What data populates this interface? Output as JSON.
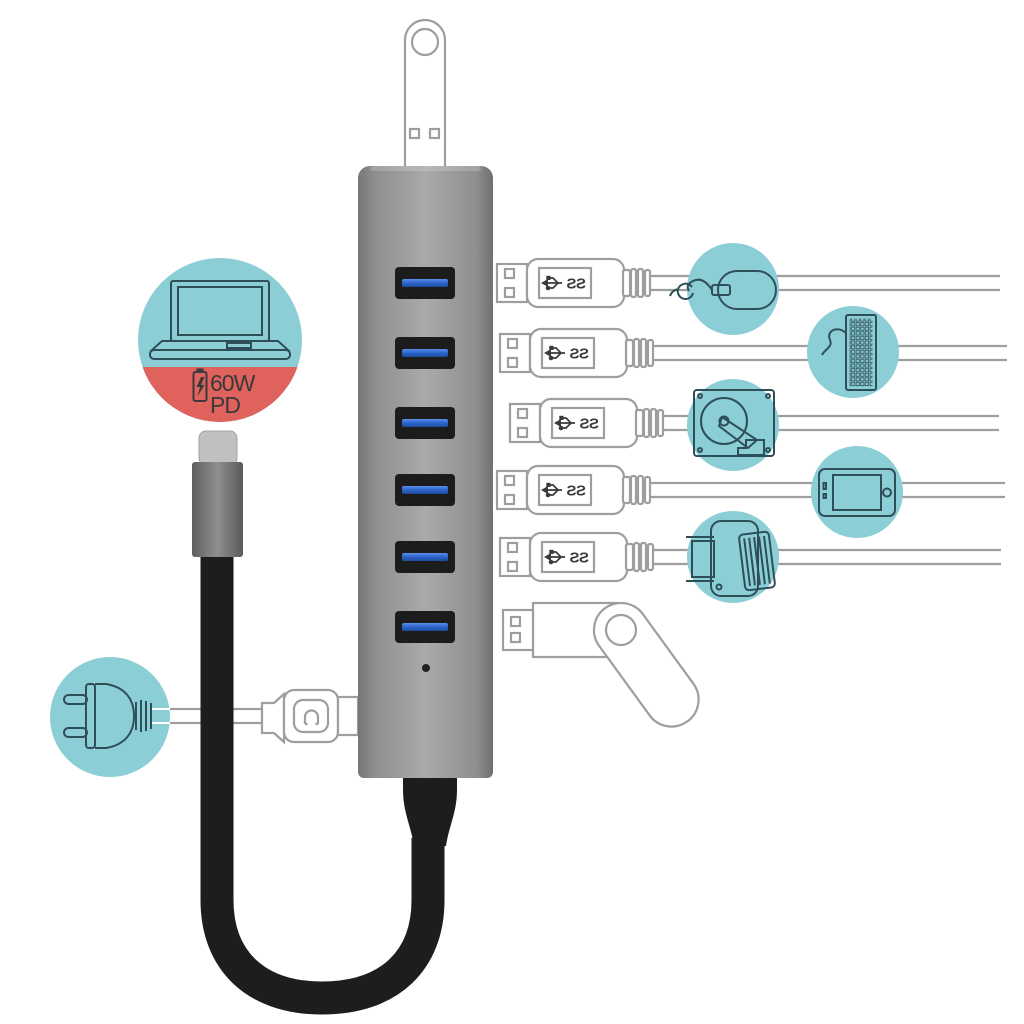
{
  "badge": {
    "wattage": "60W",
    "standard": "PD"
  },
  "usb": {
    "logo_text": "SS"
  },
  "hub": {
    "front_ports": 6,
    "top_ports": 1,
    "status_led": true
  },
  "devices": [
    "mouse",
    "keyboard",
    "hard-drive",
    "tablet",
    "external-drive",
    "flash-drive"
  ],
  "power": {
    "laptop_charging": "60W PD",
    "wall_power_input": "dc-adapter"
  },
  "colors": {
    "teal": "#8CCED6",
    "red": "#E0625C",
    "icon_stroke": "#2E4F58",
    "outline": "#9E9E9E",
    "text": "#3A3A3A",
    "cable_black": "#1D1D1D",
    "port_blue": "#2F66CF",
    "hub_mid": "#A8A8A8",
    "hub_edge": "#737373"
  }
}
